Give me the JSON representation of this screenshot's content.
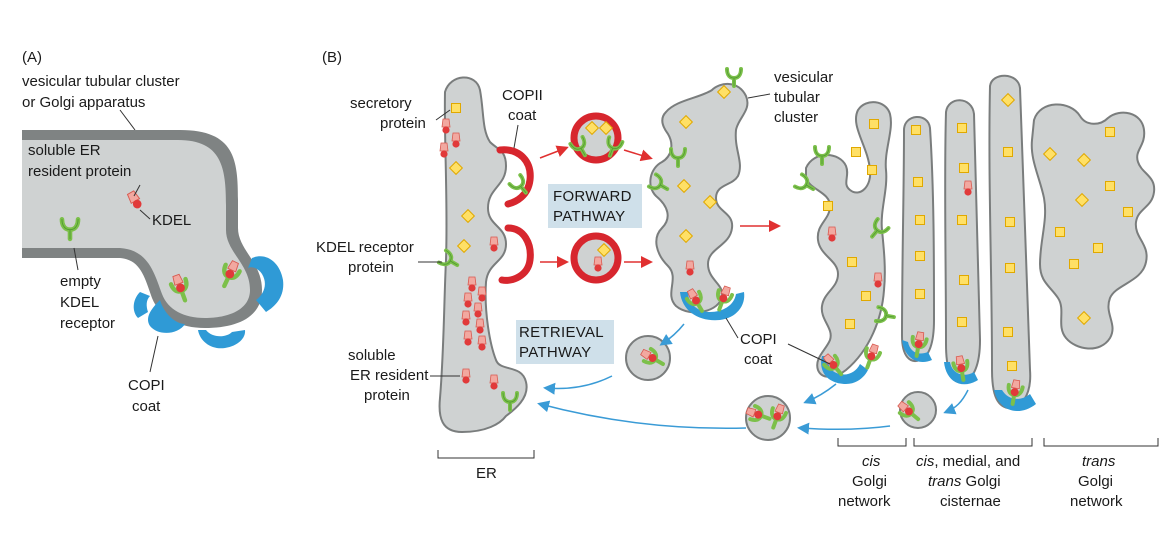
{
  "panel_a": {
    "letter": "(A)",
    "title_line1": "vesicular tubular cluster",
    "title_line2": "or Golgi apparatus",
    "soluble_line1": "soluble ER",
    "soluble_line2": "resident protein",
    "kdel": "KDEL",
    "empty_line1": "empty",
    "empty_line2": "KDEL",
    "empty_line3": "receptor",
    "copi_line1": "COPI",
    "copi_line2": "coat"
  },
  "panel_b": {
    "letter": "(B)",
    "secretory_line1": "secretory",
    "secretory_line2": "protein",
    "copii_line1": "COPII",
    "copii_line2": "coat",
    "vtc_line1": "vesicular",
    "vtc_line2": "tubular",
    "vtc_line3": "cluster",
    "forward_line1": "FORWARD",
    "forward_line2": "PATHWAY",
    "kdel_line1": "KDEL receptor",
    "kdel_line2": "protein",
    "retrieval_line1": "RETRIEVAL",
    "retrieval_line2": "PATHWAY",
    "copi_line1": "COPI",
    "copi_line2": "coat",
    "soluble_line1": "soluble",
    "soluble_line2": "ER resident",
    "soluble_line3": "protein",
    "er": "ER",
    "cis_line1": "cis",
    "cis_line2": "Golgi",
    "cis_line3": "network",
    "mid_line1_a": "cis",
    "mid_line1_b": ", medial, and",
    "mid_line2_a": "trans",
    "mid_line2_b": " Golgi",
    "mid_line3": "cisternae",
    "trans_line1": "trans",
    "trans_line2": "Golgi",
    "trans_line3": "network"
  },
  "colors": {
    "membrane_fill": "#cfd2d2",
    "membrane_stroke": "#7a7d7d",
    "dark_membrane": "#7f8383",
    "copii_red": "#d7262e",
    "copi_blue": "#2f9ad6",
    "receptor_green": "#7cc04a",
    "cargo_yellow": "#ffe066",
    "resident_red": "#e13a3a",
    "arrow_red": "#e03030",
    "arrow_blue": "#3a9bd6",
    "label_box": "#cfe0ea"
  },
  "icons": [
    "secretory-protein-icon",
    "resident-protein-icon",
    "kdel-receptor-icon"
  ]
}
